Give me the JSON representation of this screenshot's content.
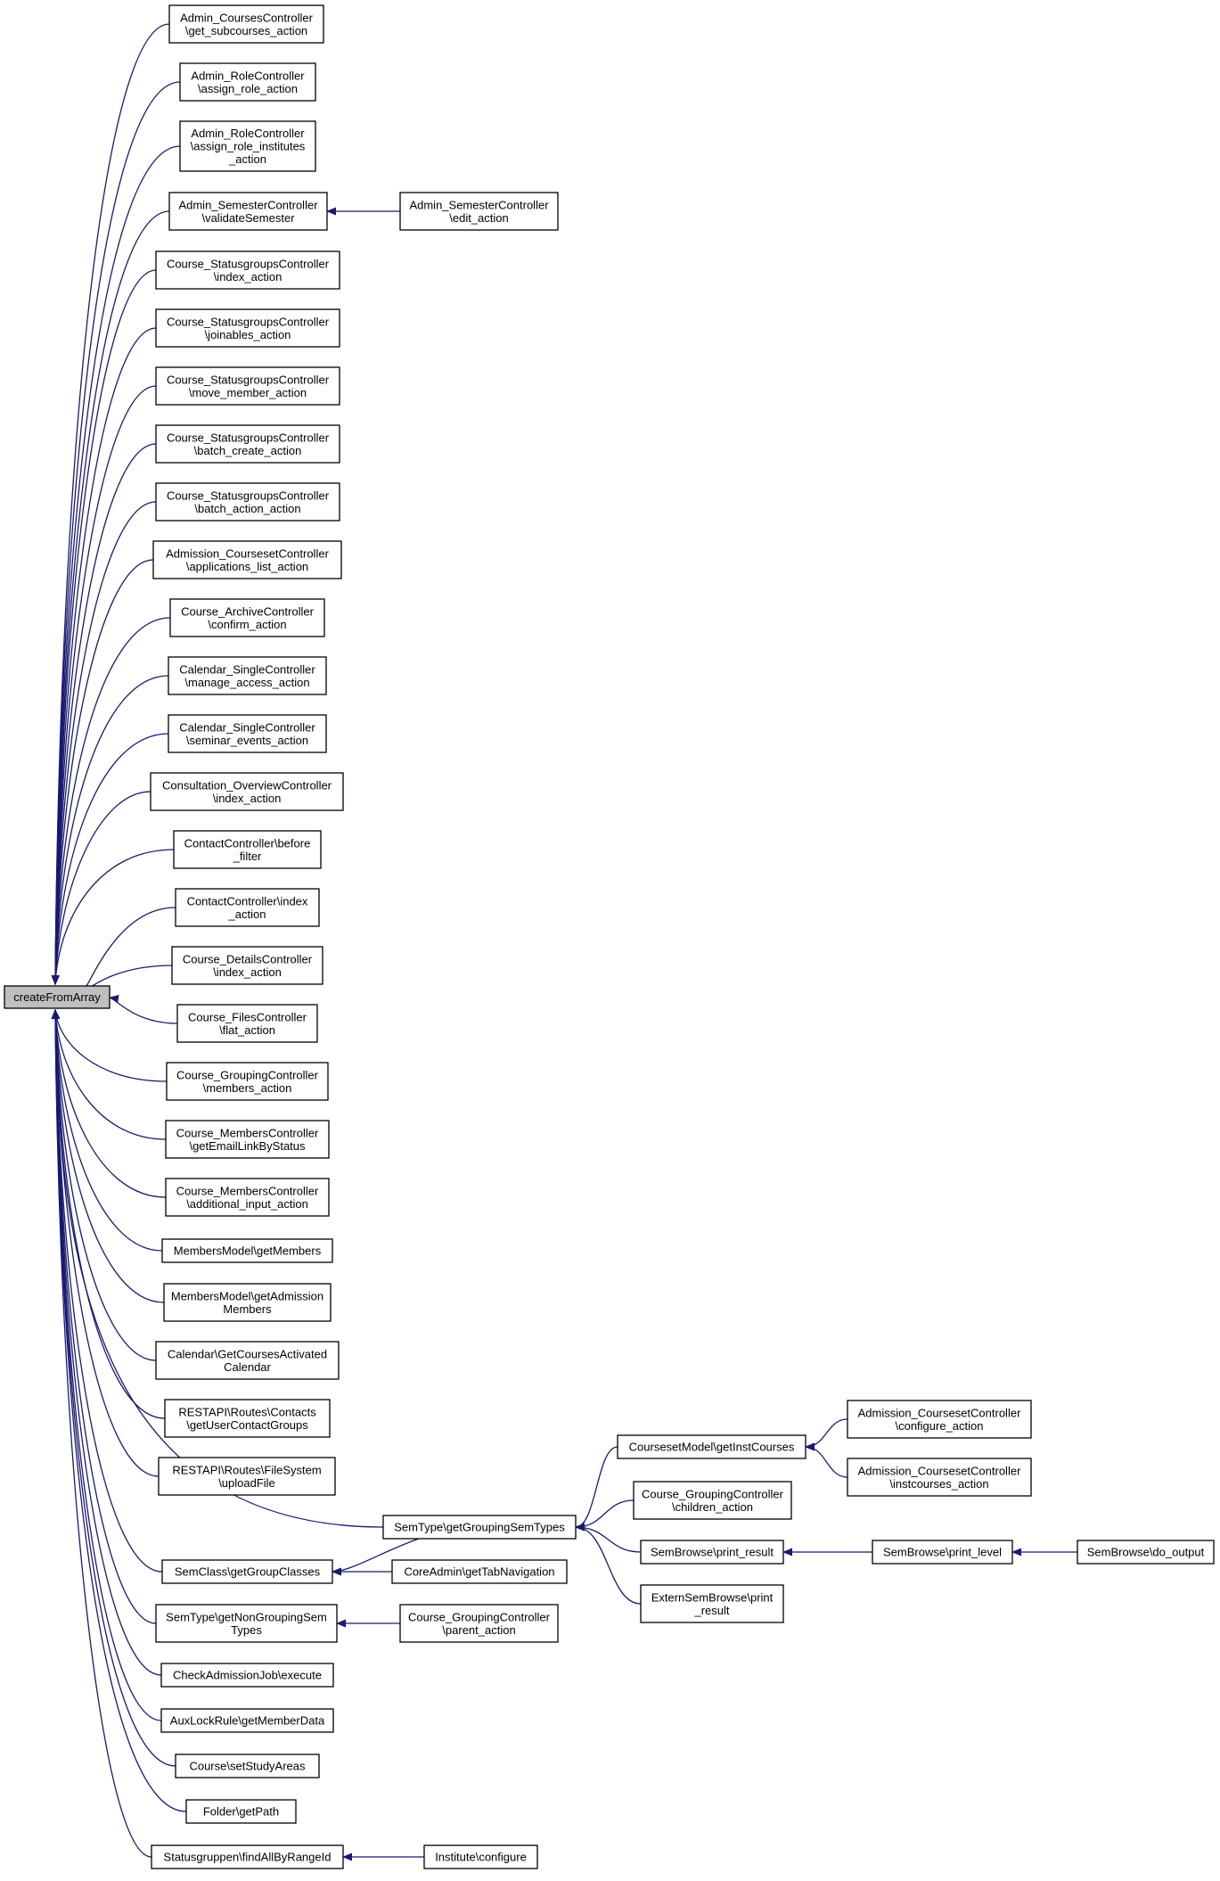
{
  "colors": {
    "edge": "#191970",
    "root_fill": "#bfbfbf",
    "node_fill": "#ffffff",
    "border": "#000000"
  },
  "root": {
    "id": "root",
    "lines": [
      "createFromArray"
    ]
  },
  "callers": [
    {
      "id": "c1",
      "lines": [
        "Admin_CoursesController",
        "\\get_subcourses_action"
      ]
    },
    {
      "id": "c2",
      "lines": [
        "Admin_RoleController",
        "\\assign_role_action"
      ]
    },
    {
      "id": "c3",
      "lines": [
        "Admin_RoleController",
        "\\assign_role_institutes",
        "_action"
      ]
    },
    {
      "id": "c4",
      "lines": [
        "Admin_SemesterController",
        "\\validateSemester"
      ]
    },
    {
      "id": "c5",
      "lines": [
        "Course_StatusgroupsController",
        "\\index_action"
      ]
    },
    {
      "id": "c6",
      "lines": [
        "Course_StatusgroupsController",
        "\\joinables_action"
      ]
    },
    {
      "id": "c7",
      "lines": [
        "Course_StatusgroupsController",
        "\\move_member_action"
      ]
    },
    {
      "id": "c8",
      "lines": [
        "Course_StatusgroupsController",
        "\\batch_create_action"
      ]
    },
    {
      "id": "c9",
      "lines": [
        "Course_StatusgroupsController",
        "\\batch_action_action"
      ]
    },
    {
      "id": "c10",
      "lines": [
        "Admission_CoursesetController",
        "\\applications_list_action"
      ]
    },
    {
      "id": "c11",
      "lines": [
        "Course_ArchiveController",
        "\\confirm_action"
      ]
    },
    {
      "id": "c12",
      "lines": [
        "Calendar_SingleController",
        "\\manage_access_action"
      ]
    },
    {
      "id": "c13",
      "lines": [
        "Calendar_SingleController",
        "\\seminar_events_action"
      ]
    },
    {
      "id": "c14",
      "lines": [
        "Consultation_OverviewController",
        "\\index_action"
      ]
    },
    {
      "id": "c15",
      "lines": [
        "ContactController\\before",
        "_filter"
      ]
    },
    {
      "id": "c16",
      "lines": [
        "ContactController\\index",
        "_action"
      ]
    },
    {
      "id": "c17",
      "lines": [
        "Course_DetailsController",
        "\\index_action"
      ]
    },
    {
      "id": "c18",
      "lines": [
        "Course_FilesController",
        "\\flat_action"
      ]
    },
    {
      "id": "c19",
      "lines": [
        "Course_GroupingController",
        "\\members_action"
      ]
    },
    {
      "id": "c20",
      "lines": [
        "Course_MembersController",
        "\\getEmailLinkByStatus"
      ]
    },
    {
      "id": "c21",
      "lines": [
        "Course_MembersController",
        "\\additional_input_action"
      ]
    },
    {
      "id": "c22",
      "lines": [
        "MembersModel\\getMembers"
      ]
    },
    {
      "id": "c23",
      "lines": [
        "MembersModel\\getAdmission",
        "Members"
      ]
    },
    {
      "id": "c24",
      "lines": [
        "Calendar\\GetCoursesActivated",
        "Calendar"
      ]
    },
    {
      "id": "c25",
      "lines": [
        "RESTAPI\\Routes\\Contacts",
        "\\getUserContactGroups"
      ]
    },
    {
      "id": "c26",
      "lines": [
        "RESTAPI\\Routes\\FileSystem",
        "\\uploadFile"
      ]
    },
    {
      "id": "c27",
      "lines": [
        "SemType\\getGroupingSemTypes"
      ]
    },
    {
      "id": "c28",
      "lines": [
        "SemClass\\getGroupClasses"
      ]
    },
    {
      "id": "c29",
      "lines": [
        "SemType\\getNonGroupingSem",
        "Types"
      ]
    },
    {
      "id": "c30",
      "lines": [
        "CheckAdmissionJob\\execute"
      ]
    },
    {
      "id": "c31",
      "lines": [
        "AuxLockRule\\getMemberData"
      ]
    },
    {
      "id": "c32",
      "lines": [
        "Course\\setStudyAreas"
      ]
    },
    {
      "id": "c33",
      "lines": [
        "Folder\\getPath"
      ]
    },
    {
      "id": "c34",
      "lines": [
        "Statusgruppen\\findAllByRangeId"
      ]
    }
  ],
  "others": [
    {
      "id": "o1",
      "lines": [
        "Admin_SemesterController",
        "\\edit_action"
      ]
    },
    {
      "id": "o2",
      "lines": [
        "CoursesetModel\\getInstCourses"
      ]
    },
    {
      "id": "o3",
      "lines": [
        "Course_GroupingController",
        "\\children_action"
      ]
    },
    {
      "id": "o4",
      "lines": [
        "SemBrowse\\print_result"
      ]
    },
    {
      "id": "o5",
      "lines": [
        "ExternSemBrowse\\print",
        "_result"
      ]
    },
    {
      "id": "o6",
      "lines": [
        "Admission_CoursesetController",
        "\\configure_action"
      ]
    },
    {
      "id": "o7",
      "lines": [
        "Admission_CoursesetController",
        "\\instcourses_action"
      ]
    },
    {
      "id": "o8",
      "lines": [
        "SemBrowse\\print_level"
      ]
    },
    {
      "id": "o9",
      "lines": [
        "SemBrowse\\do_output"
      ]
    },
    {
      "id": "o10",
      "lines": [
        "CoreAdmin\\getTabNavigation"
      ]
    },
    {
      "id": "o11",
      "lines": [
        "Course_GroupingController",
        "\\parent_action"
      ]
    },
    {
      "id": "o12",
      "lines": [
        "Institute\\configure"
      ]
    }
  ],
  "edges": [
    [
      "c1",
      "root"
    ],
    [
      "c2",
      "root"
    ],
    [
      "c3",
      "root"
    ],
    [
      "c4",
      "root"
    ],
    [
      "c5",
      "root"
    ],
    [
      "c6",
      "root"
    ],
    [
      "c7",
      "root"
    ],
    [
      "c8",
      "root"
    ],
    [
      "c9",
      "root"
    ],
    [
      "c10",
      "root"
    ],
    [
      "c11",
      "root"
    ],
    [
      "c12",
      "root"
    ],
    [
      "c13",
      "root"
    ],
    [
      "c14",
      "root"
    ],
    [
      "c15",
      "root"
    ],
    [
      "c16",
      "root"
    ],
    [
      "c17",
      "root"
    ],
    [
      "c18",
      "root"
    ],
    [
      "c19",
      "root"
    ],
    [
      "c20",
      "root"
    ],
    [
      "c21",
      "root"
    ],
    [
      "c22",
      "root"
    ],
    [
      "c23",
      "root"
    ],
    [
      "c24",
      "root"
    ],
    [
      "c25",
      "root"
    ],
    [
      "c26",
      "root"
    ],
    [
      "c27",
      "root"
    ],
    [
      "c28",
      "root"
    ],
    [
      "c29",
      "root"
    ],
    [
      "c30",
      "root"
    ],
    [
      "c31",
      "root"
    ],
    [
      "c32",
      "root"
    ],
    [
      "c33",
      "root"
    ],
    [
      "c34",
      "root"
    ],
    [
      "o1",
      "c4"
    ],
    [
      "o2",
      "c27"
    ],
    [
      "o3",
      "c27"
    ],
    [
      "o4",
      "c27"
    ],
    [
      "o5",
      "c27"
    ],
    [
      "c27",
      "c28"
    ],
    [
      "o6",
      "o2"
    ],
    [
      "o7",
      "o2"
    ],
    [
      "o8",
      "o4"
    ],
    [
      "o9",
      "o8"
    ],
    [
      "o10",
      "c28"
    ],
    [
      "o11",
      "c29"
    ],
    [
      "o12",
      "c34"
    ]
  ]
}
